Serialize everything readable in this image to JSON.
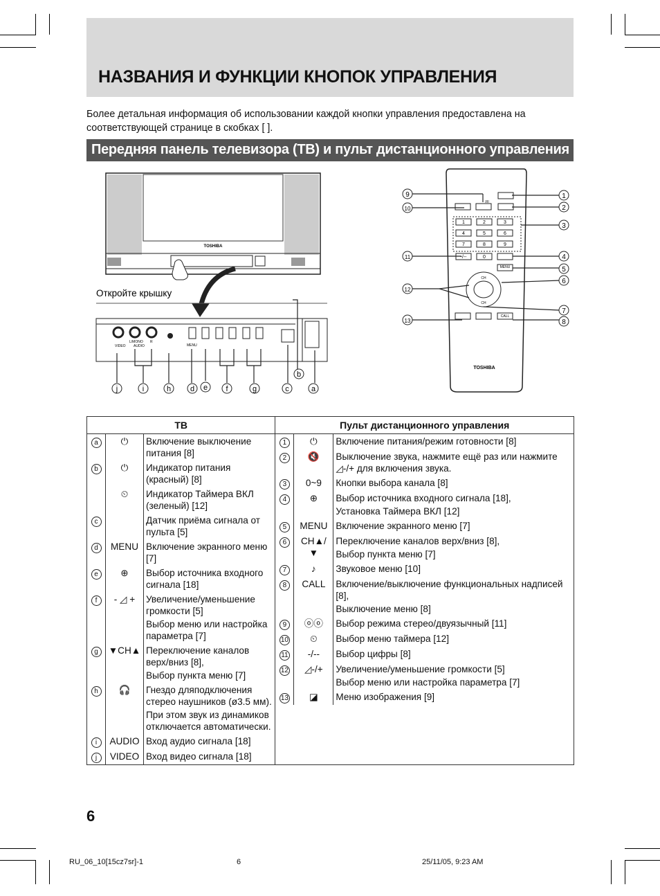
{
  "title": "НАЗВАНИЯ И ФУНКЦИИ КНОПОК УПРАВЛЕНИЯ",
  "intro": "Более детальная информация об использовании каждой кнопки управления предоставлена на соответствующей странице в скобках [   ].",
  "section_title": "Передняя панель телевизора (ТВ) и пульт дистанционного управления",
  "illustration": {
    "brand": "TOSHIBA",
    "open_lid_caption": "Откройте крышку",
    "tv_panel_labels": [
      "VIDEO",
      "L/MONO",
      "AUDIO",
      "R",
      "MENU"
    ],
    "tv_callouts": [
      "j",
      "i",
      "h",
      "d",
      "e",
      "f",
      "g",
      "c",
      "b",
      "a"
    ],
    "remote_keys": [
      "1",
      "2",
      "3",
      "4",
      "5",
      "6",
      "7",
      "8",
      "9",
      "-/--",
      "0",
      "MENU",
      "CH",
      "CH",
      "CALL",
      "I/II"
    ],
    "remote_callouts_left": [
      "9",
      "10",
      "11",
      "12",
      "13"
    ],
    "remote_callouts_right": [
      "1",
      "2",
      "3",
      "4",
      "5",
      "6",
      "7",
      "8"
    ]
  },
  "table": {
    "tv_header": "ТВ",
    "remote_header": "Пульт дистанционного управления",
    "tv_rows": [
      {
        "mark": "a",
        "symbol": "⏻",
        "text": "Включение выключение питания [8]"
      },
      {
        "mark": "b",
        "symbol": "⏻",
        "text": "Индикатор питания (красный) [8]"
      },
      {
        "mark": "",
        "symbol": "⏲",
        "text": "Индикатор Таймера ВКЛ (зеленый) [12]"
      },
      {
        "mark": "c",
        "symbol": "",
        "text": "Датчик приёма сигнала от пульта [5]"
      },
      {
        "mark": "d",
        "symbol": "MENU",
        "text": "Включение экранного меню [7]"
      },
      {
        "mark": "e",
        "symbol": "⊕",
        "text": "Выбор источника входного сигнала [18]"
      },
      {
        "mark": "f",
        "symbol": "- ◿ +",
        "text": "Увеличение/уменьшение громкости [5]",
        "text2": "Выбор меню или настройка параметра [7]"
      },
      {
        "mark": "g",
        "symbol": "▼CH▲",
        "text": "Переключение каналов верх/вниз [8],",
        "text2": "Выбор пункта меню [7]"
      },
      {
        "mark": "h",
        "symbol": "🎧",
        "text": "Гнездо дляподключения стерео наушников (ø3.5 мм).",
        "text2": "При этом звук из динамиков отключается автоматически."
      },
      {
        "mark": "i",
        "symbol": "AUDIO",
        "text": "Вход аудио сигнала [18]"
      },
      {
        "mark": "j",
        "symbol": "VIDEO",
        "text": "Вход видео сигнала [18]"
      }
    ],
    "remote_rows": [
      {
        "mark": "1",
        "symbol": "⏻",
        "text": "Включение питания/режим готовности [8]"
      },
      {
        "mark": "2",
        "symbol": "🔇",
        "text": "Выключение звука, нажмите ещё раз или нажмите ◿-/+ для включения звука."
      },
      {
        "mark": "3",
        "symbol": "0~9",
        "text": "Кнопки выбора канала [8]"
      },
      {
        "mark": "4",
        "symbol": "⊕",
        "text": "Выбор источника входного сигнала [18],",
        "text2": "Установка Таймера ВКЛ [12]"
      },
      {
        "mark": "5",
        "symbol": "MENU",
        "text": "Включение экранного меню [7]"
      },
      {
        "mark": "6",
        "symbol": "CH▲/▼",
        "text": "Переключение каналов верх/вниз [8],",
        "text2": "Выбор пункта меню [7]"
      },
      {
        "mark": "7",
        "symbol": "♪",
        "text": "Звуковое меню [10]"
      },
      {
        "mark": "8",
        "symbol": "CALL",
        "text": "Включение/выключение функциональных надписей [8],",
        "text2": "Выключение меню [8]"
      },
      {
        "mark": "9",
        "symbol": "ⓞⓞ",
        "text": "Выбор режима стерео/двуязычный [11]"
      },
      {
        "mark": "10",
        "symbol": "⏲",
        "text": "Выбор меню таймера [12]"
      },
      {
        "mark": "11",
        "symbol": "-/--",
        "text": "Выбор цифры [8]"
      },
      {
        "mark": "12",
        "symbol": "◿-/+",
        "text": "Увеличение/уменьшение громкости [5]",
        "text2": "Выбор меню или настройка параметра [7]"
      },
      {
        "mark": "13",
        "symbol": "◪",
        "text": "Меню изображения [9]"
      }
    ]
  },
  "page_number": "6",
  "footer": {
    "left": "RU_06_10[15cz7sr]-1",
    "center": "6",
    "right": "25/11/05, 9:23 AM"
  }
}
